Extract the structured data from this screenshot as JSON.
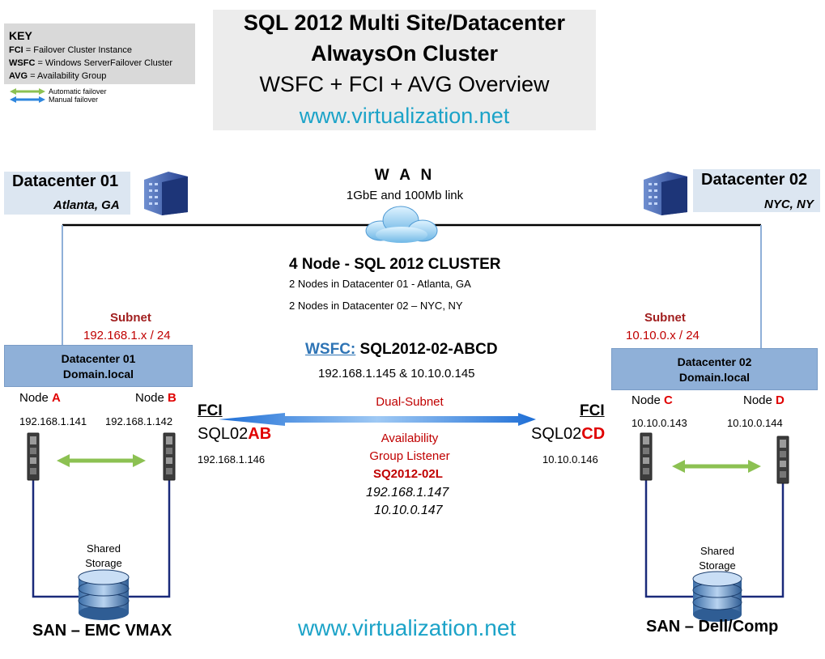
{
  "key": {
    "title": "KEY",
    "items": [
      {
        "abbr": "FCI",
        "desc": " = Failover Cluster Instance"
      },
      {
        "abbr": "WSFC",
        "desc": " = Windows ServerFailover Cluster"
      },
      {
        "abbr": "AVG",
        "desc": " = Availability Group"
      }
    ],
    "legend": [
      {
        "label": "Automatic failover",
        "color": "#8cc152"
      },
      {
        "label": "Manual failover",
        "color": "#2e86de"
      }
    ]
  },
  "title": {
    "line1": "SQL 2012 Multi Site/Datacenter",
    "line2": "AlwaysOn Cluster",
    "line3": "WSFC + FCI + AVG Overview",
    "url": "www.virtualization.net"
  },
  "datacenters": [
    {
      "name": "Datacenter 01",
      "city": "Atlanta, GA"
    },
    {
      "name": "Datacenter 02",
      "city": "NYC, NY"
    }
  ],
  "wan": {
    "title": "W A N",
    "subtitle": "1GbE and 100Mb link"
  },
  "cluster": {
    "title": "4 Node - SQL 2012 CLUSTER",
    "line1": "2 Nodes in Datacenter 01  - Atlanta, GA",
    "line2": "2 Nodes in Datacenter 02 – NYC, NY"
  },
  "subnets": [
    {
      "label": "Subnet",
      "value": "192.168.1.x / 24"
    },
    {
      "label": "Subnet",
      "value": "10.10.0.x / 24"
    }
  ],
  "domains": [
    {
      "line1": "Datacenter 01",
      "line2": "Domain.local"
    },
    {
      "line1": "Datacenter 02",
      "line2": "Domain.local"
    }
  ],
  "wsfc": {
    "label": "WSFC:",
    "name": "SQL2012-02-ABCD",
    "ips": "192.168.1.145 & 10.10.0.145"
  },
  "nodes": [
    {
      "prefix": "Node ",
      "letter": "A",
      "ip": "192.168.1.141"
    },
    {
      "prefix": "Node ",
      "letter": "B",
      "ip": "192.168.1.142"
    },
    {
      "prefix": "Node ",
      "letter": "C",
      "ip": "10.10.0.143"
    },
    {
      "prefix": "Node ",
      "letter": "D",
      "ip": "10.10.0.144"
    }
  ],
  "fci": [
    {
      "head": "FCI",
      "prefix": "SQL02",
      "suffix": "AB",
      "ip": "192.168.1.146"
    },
    {
      "head": "FCI",
      "prefix": "SQL02",
      "suffix": "CD",
      "ip": "10.10.0.146"
    }
  ],
  "dual_subnet": "Dual-Subnet",
  "listener": {
    "line1": "Availability",
    "line2": "Group Listener",
    "name": "SQ2012-02L",
    "ip1": "192.168.1.147",
    "ip2": "10.10.0.147"
  },
  "storage": [
    {
      "line1": "Shared",
      "line2": "Storage",
      "san": "SAN – EMC VMAX"
    },
    {
      "line1": "Shared",
      "line2": "Storage",
      "san": "SAN – Dell/Comp"
    }
  ],
  "footer_url": "www.virtualization.net",
  "colors": {
    "accent_url": "#1ca3c8",
    "subnet_red": "#c00000",
    "node_red": "#e00000",
    "domain_blue": "#8fb0d8",
    "wsfc_blue": "#2e74b5"
  }
}
